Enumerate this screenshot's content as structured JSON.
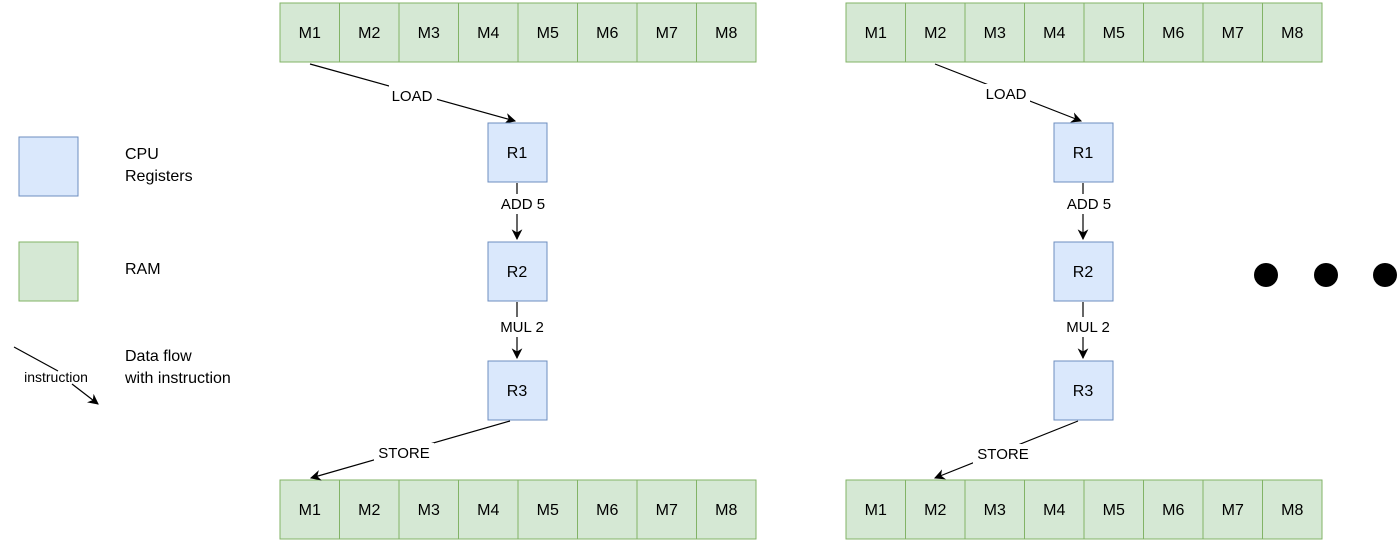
{
  "memory_cells": [
    "M1",
    "M2",
    "M3",
    "M4",
    "M5",
    "M6",
    "M7",
    "M8"
  ],
  "registers": [
    "R1",
    "R2",
    "R3"
  ],
  "instructions": {
    "load": "LOAD",
    "add": "ADD 5",
    "mul": "MUL 2",
    "store": "STORE"
  },
  "legend": {
    "cpu_line1": "CPU",
    "cpu_line2": "Registers",
    "ram": "RAM",
    "flow_line1": "Data flow",
    "flow_line2": "with instruction",
    "flow_arrow_label": "instruction"
  },
  "colors": {
    "register_fill": "#dae8fc",
    "register_stroke": "#6c8ebf",
    "ram_fill": "#d5e8d4",
    "ram_stroke": "#82b366",
    "edge": "#000000"
  },
  "ellipsis_icon": "three-dots-continuation"
}
